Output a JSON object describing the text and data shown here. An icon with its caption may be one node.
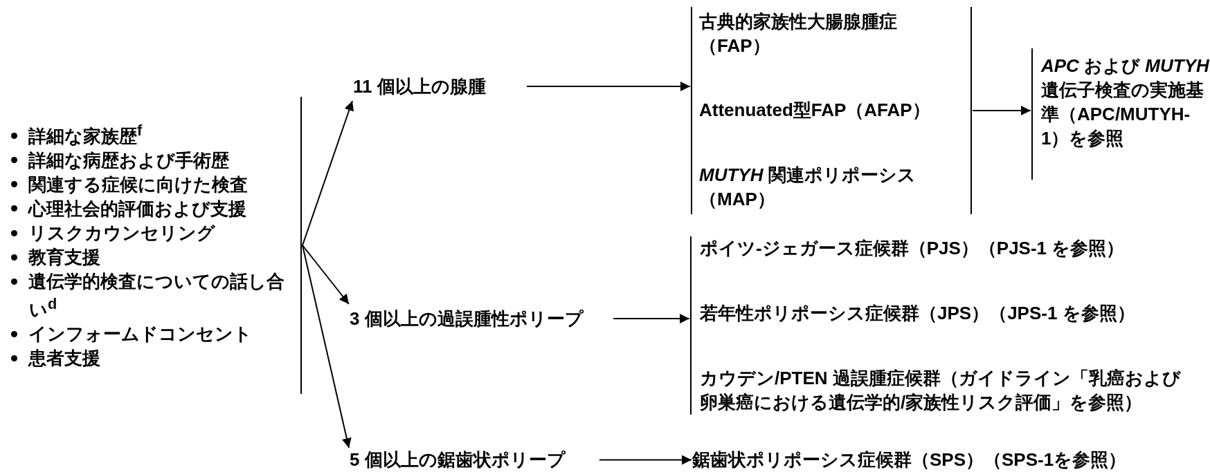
{
  "diagram": {
    "nodes": [
      {
        "text": [
          "詳細な家族歴$^{f}$",
          "詳細な病歴および手術歴",
          "関連する症候に向けた検査",
          "心理社会的評価および支援",
          "リスクカウンセリング",
          "教育支援",
          "遺伝学的検査についての話し合い$^{d}$",
          "インフォームドコンセント",
          "患者支援"
        ]
      },
      {
        "text": [
          "11 個以上の腺腫"
        ]
      },
      {
        "text": [
          "3 個以上の過誤腫性ポリープ"
        ]
      },
      {
        "text": [
          "5 個以上の鋸歯状ポリープ"
        ]
      },
      {
        "text": [
          "古典的家族性大腸腺腫症（FAP）",
          "Attenuated型FAP（AFAP）",
          "*MUTYH* 関連ポリポーシス（MAP）"
        ]
      },
      {
        "text": [
          "*APC* および *MUTYH* 遺伝子検査の実施基準（APC/MUTYH-1）を参照"
        ]
      },
      {
        "text": [
          "ポイツ-ジェガース症候群（PJS）（PJS-1 を参照）",
          "若年性ポリポーシス症候群（JPS）（JPS-1 を参照）",
          "カウデン/PTEN 過誤腫症候群（ガイドライン「乳癌および卵巣癌における遺伝学的/家族性リスク評価」を参照）"
        ]
      },
      {
        "text": [
          "鋸歯状ポリポーシス症候群（SPS）（SPS-1を参照）"
        ]
      }
    ],
    "edges": [
      {
        "from": 0,
        "to": 1,
        "arrow": "to"
      },
      {
        "from": 0,
        "to": 2,
        "arrow": "to"
      },
      {
        "from": 0,
        "to": 3,
        "arrow": "to"
      },
      {
        "from": 1,
        "to": 4,
        "arrow": "to"
      },
      {
        "from": 4,
        "to": 5,
        "arrow": "to"
      },
      {
        "from": 2,
        "to": 6,
        "arrow": "to"
      },
      {
        "from": 3,
        "to": 7,
        "arrow": "to"
      }
    ]
  }
}
